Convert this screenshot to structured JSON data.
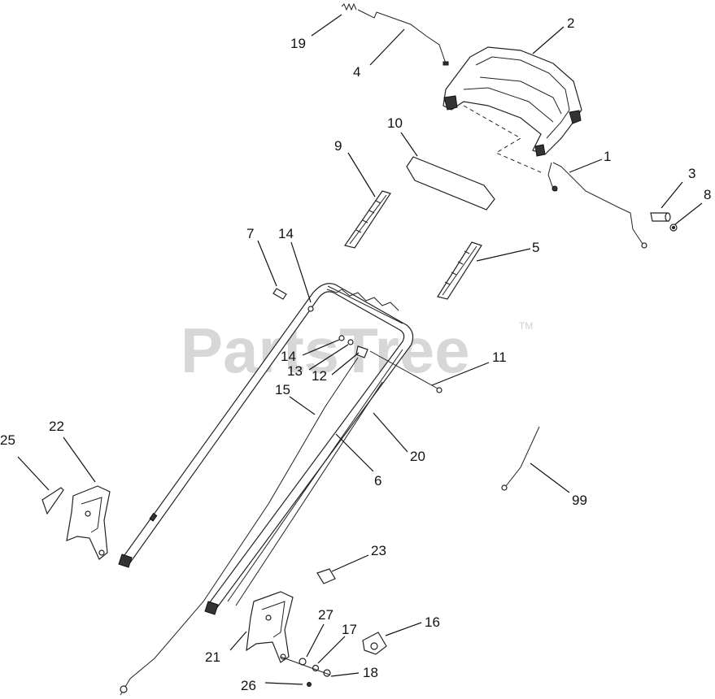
{
  "watermark": {
    "text": "PartsTree",
    "trademark": "TM"
  },
  "callouts": [
    {
      "id": "c19",
      "label": "19"
    },
    {
      "id": "c4",
      "label": "4"
    },
    {
      "id": "c2",
      "label": "2"
    },
    {
      "id": "c10",
      "label": "10"
    },
    {
      "id": "c9",
      "label": "9"
    },
    {
      "id": "c1",
      "label": "1"
    },
    {
      "id": "c3",
      "label": "3"
    },
    {
      "id": "c8",
      "label": "8"
    },
    {
      "id": "c7",
      "label": "7"
    },
    {
      "id": "c14a",
      "label": "14"
    },
    {
      "id": "c5",
      "label": "5"
    },
    {
      "id": "c14b",
      "label": "14"
    },
    {
      "id": "c13",
      "label": "13"
    },
    {
      "id": "c12",
      "label": "12"
    },
    {
      "id": "c11",
      "label": "11"
    },
    {
      "id": "c15",
      "label": "15"
    },
    {
      "id": "c20",
      "label": "20"
    },
    {
      "id": "c6",
      "label": "6"
    },
    {
      "id": "c99",
      "label": "99"
    },
    {
      "id": "c25",
      "label": "25"
    },
    {
      "id": "c22",
      "label": "22"
    },
    {
      "id": "c23",
      "label": "23"
    },
    {
      "id": "c27",
      "label": "27"
    },
    {
      "id": "c17",
      "label": "17"
    },
    {
      "id": "c16",
      "label": "16"
    },
    {
      "id": "c21",
      "label": "21"
    },
    {
      "id": "c18",
      "label": "18"
    },
    {
      "id": "c26",
      "label": "26"
    }
  ]
}
